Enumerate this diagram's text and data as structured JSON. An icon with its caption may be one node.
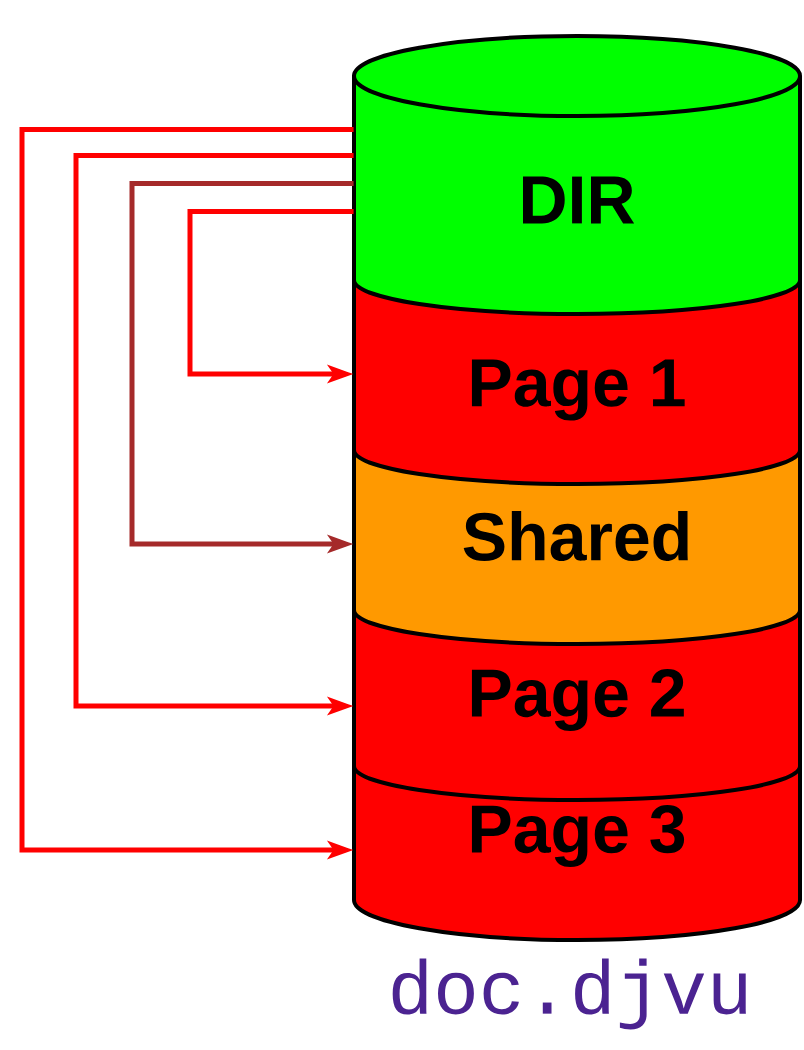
{
  "diagram": {
    "nodes": [
      {
        "text": [
          "DIR"
        ]
      },
      {
        "text": [
          "Page 1"
        ]
      },
      {
        "text": [
          "Shared"
        ]
      },
      {
        "text": [
          "Page 2"
        ]
      },
      {
        "text": [
          "Page 3"
        ]
      }
    ],
    "edges": [
      {
        "from": 0,
        "to": 1,
        "arrow": "to"
      },
      {
        "from": 0,
        "to": 2,
        "arrow": "to",
        "color": "#a52a2a"
      },
      {
        "from": 0,
        "to": 3,
        "arrow": "to"
      },
      {
        "from": 0,
        "to": 4,
        "arrow": "to"
      }
    ],
    "labels": [
      "doc.djvu"
    ]
  }
}
